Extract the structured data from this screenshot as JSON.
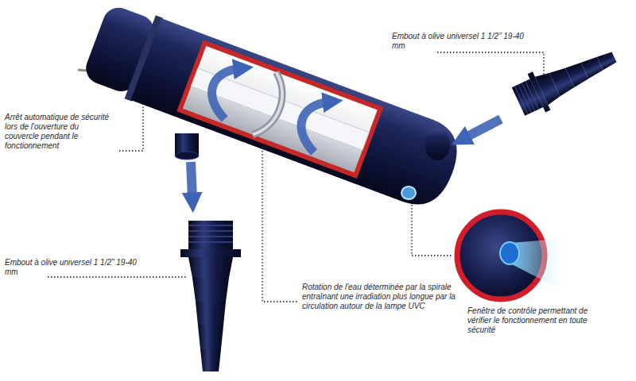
{
  "diagram": {
    "labels": [
      "Embout à olive universel 1 1/2’’ 19-40 mm",
      "Arrêt automatique de sécurité lors de l'ouverture du couvercle pendant le fonctionnement",
      "Embout à olive universel 1 1/2’’ 19-40 mm",
      "Rotation de l'eau déterminée par la spirale entraînant une irradiation plus longue par la circulation autour de la lampe UVC",
      "Fenêtre de contrôle permettant de vérifier le fonctionnement en toute sécurité"
    ]
  }
}
